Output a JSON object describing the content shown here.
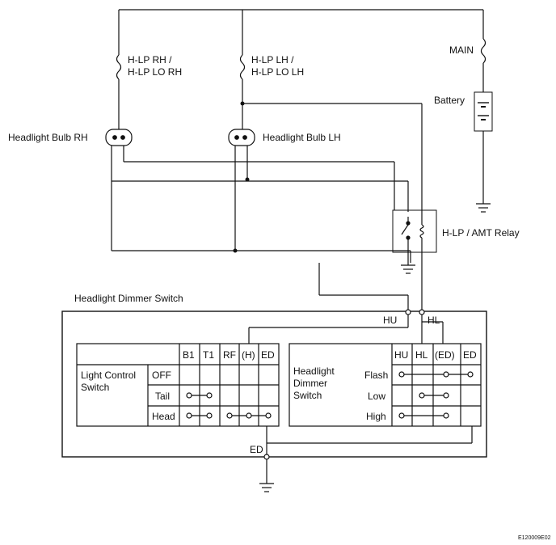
{
  "fuses": {
    "rh_line1": "H-LP RH /",
    "rh_line2": "H-LP LO RH",
    "lh_line1": "H-LP LH /",
    "lh_line2": "H-LP LO LH",
    "main": "MAIN"
  },
  "battery": "Battery",
  "bulbs": {
    "rh": "Headlight Bulb RH",
    "lh": "Headlight Bulb LH"
  },
  "relay": "H-LP / AMT Relay",
  "dimmer_switch_title": "Headlight Dimmer Switch",
  "terminals": {
    "hu": "HU",
    "hl": "HL",
    "ed": "ED"
  },
  "light_control_table": {
    "name_line1": "Light Control",
    "name_line2": "Switch",
    "columns": [
      "B1",
      "T1",
      "RF",
      "(H)",
      "ED"
    ],
    "positions": [
      "OFF",
      "Tail",
      "Head"
    ]
  },
  "dimmer_table": {
    "name_line1": "Headlight",
    "name_line2": "Dimmer",
    "name_line3": "Switch",
    "columns": [
      "HU",
      "HL",
      "(ED)",
      "ED"
    ],
    "positions": [
      "Flash",
      "Low",
      "High"
    ]
  },
  "figure_code": "E120009E02"
}
